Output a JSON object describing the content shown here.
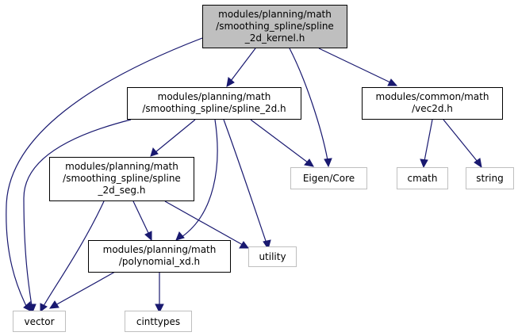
{
  "colors": {
    "root_fill": "#bfbfbf",
    "node_border": "#000000",
    "external_border": "#bfbfbf",
    "edge": "#191970"
  },
  "nodes": {
    "spline_2d_kernel": {
      "lines": [
        "modules/planning/math",
        "/smoothing_spline/spline",
        "_2d_kernel.h"
      ]
    },
    "spline_2d": {
      "lines": [
        "modules/planning/math",
        "/smoothing_spline/spline_2d.h"
      ]
    },
    "vec2d": {
      "lines": [
        "modules/common/math",
        "/vec2d.h"
      ]
    },
    "spline_2d_seg": {
      "lines": [
        "modules/planning/math",
        "/smoothing_spline/spline",
        "_2d_seg.h"
      ]
    },
    "eigen_core": {
      "lines": [
        "Eigen/Core"
      ]
    },
    "cmath": {
      "lines": [
        "cmath"
      ]
    },
    "string": {
      "lines": [
        "string"
      ]
    },
    "polynomial_xd": {
      "lines": [
        "modules/planning/math",
        "/polynomial_xd.h"
      ]
    },
    "utility": {
      "lines": [
        "utility"
      ]
    },
    "vector": {
      "lines": [
        "vector"
      ]
    },
    "cinttypes": {
      "lines": [
        "cinttypes"
      ]
    }
  }
}
